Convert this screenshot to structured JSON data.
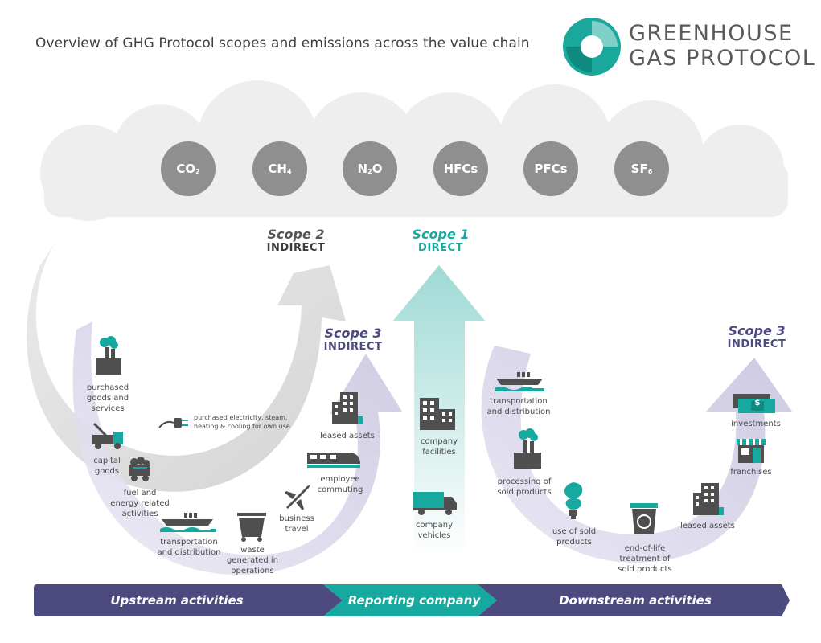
{
  "title": "Overview of GHG Protocol scopes and emissions across the value chain",
  "logo": {
    "line1": "GREENHOUSE",
    "line2": "GAS PROTOCOL"
  },
  "gases": [
    {
      "base": "CO",
      "sub": "2"
    },
    {
      "base": "CH",
      "sub": "4"
    },
    {
      "base": "N",
      "sub": "2",
      "tail": "O"
    },
    {
      "base": "HFCs"
    },
    {
      "base": "PFCs"
    },
    {
      "base": "SF",
      "sub": "6"
    }
  ],
  "scopes": {
    "scope2": {
      "name": "Scope 2",
      "type": "INDIRECT"
    },
    "scope1": {
      "name": "Scope 1",
      "type": "DIRECT"
    },
    "scope3_upstream": {
      "name": "Scope 3",
      "type": "INDIRECT"
    },
    "scope3_downstream": {
      "name": "Scope 3",
      "type": "INDIRECT"
    }
  },
  "upstream_items": {
    "purchased_goods": [
      "purchased",
      "goods and",
      "services"
    ],
    "capital_goods": [
      "capital",
      "goods"
    ],
    "fuel_energy": [
      "fuel and",
      "energy related",
      "activities"
    ],
    "transport": [
      "transportation",
      "and distribution"
    ],
    "waste": [
      "waste",
      "generated in",
      "operations"
    ],
    "business_travel": [
      "business",
      "travel"
    ],
    "employee_commuting": [
      "employee",
      "commuting"
    ],
    "leased_assets": "leased assets"
  },
  "scope2_item": [
    "purchased electricity, steam,",
    "heating & cooling for own use"
  ],
  "company_items": {
    "facilities": [
      "company",
      "facilities"
    ],
    "vehicles": [
      "company",
      "vehicles"
    ]
  },
  "downstream_items": {
    "transport": [
      "transportation",
      "and distribution"
    ],
    "processing": [
      "processing of",
      "sold products"
    ],
    "use": [
      "use of sold",
      "products"
    ],
    "end_of_life": [
      "end-of-life",
      "treatment of",
      "sold products"
    ],
    "leased_assets": "leased assets",
    "franchises": "franchises",
    "investments": "investments",
    "investments_symbol": "$"
  },
  "band": {
    "upstream": "Upstream activities",
    "reporting": "Reporting company",
    "downstream": "Downstream activities"
  },
  "colors": {
    "teal": "#16a99f",
    "navy": "#4c4a7e",
    "icon_gray": "#4f4f4f",
    "gas_gray": "#8f8f8f",
    "cloud": "#ececec",
    "purple_arrow": "#d6d3e8",
    "gray_arrow": "#dcdcdc"
  }
}
